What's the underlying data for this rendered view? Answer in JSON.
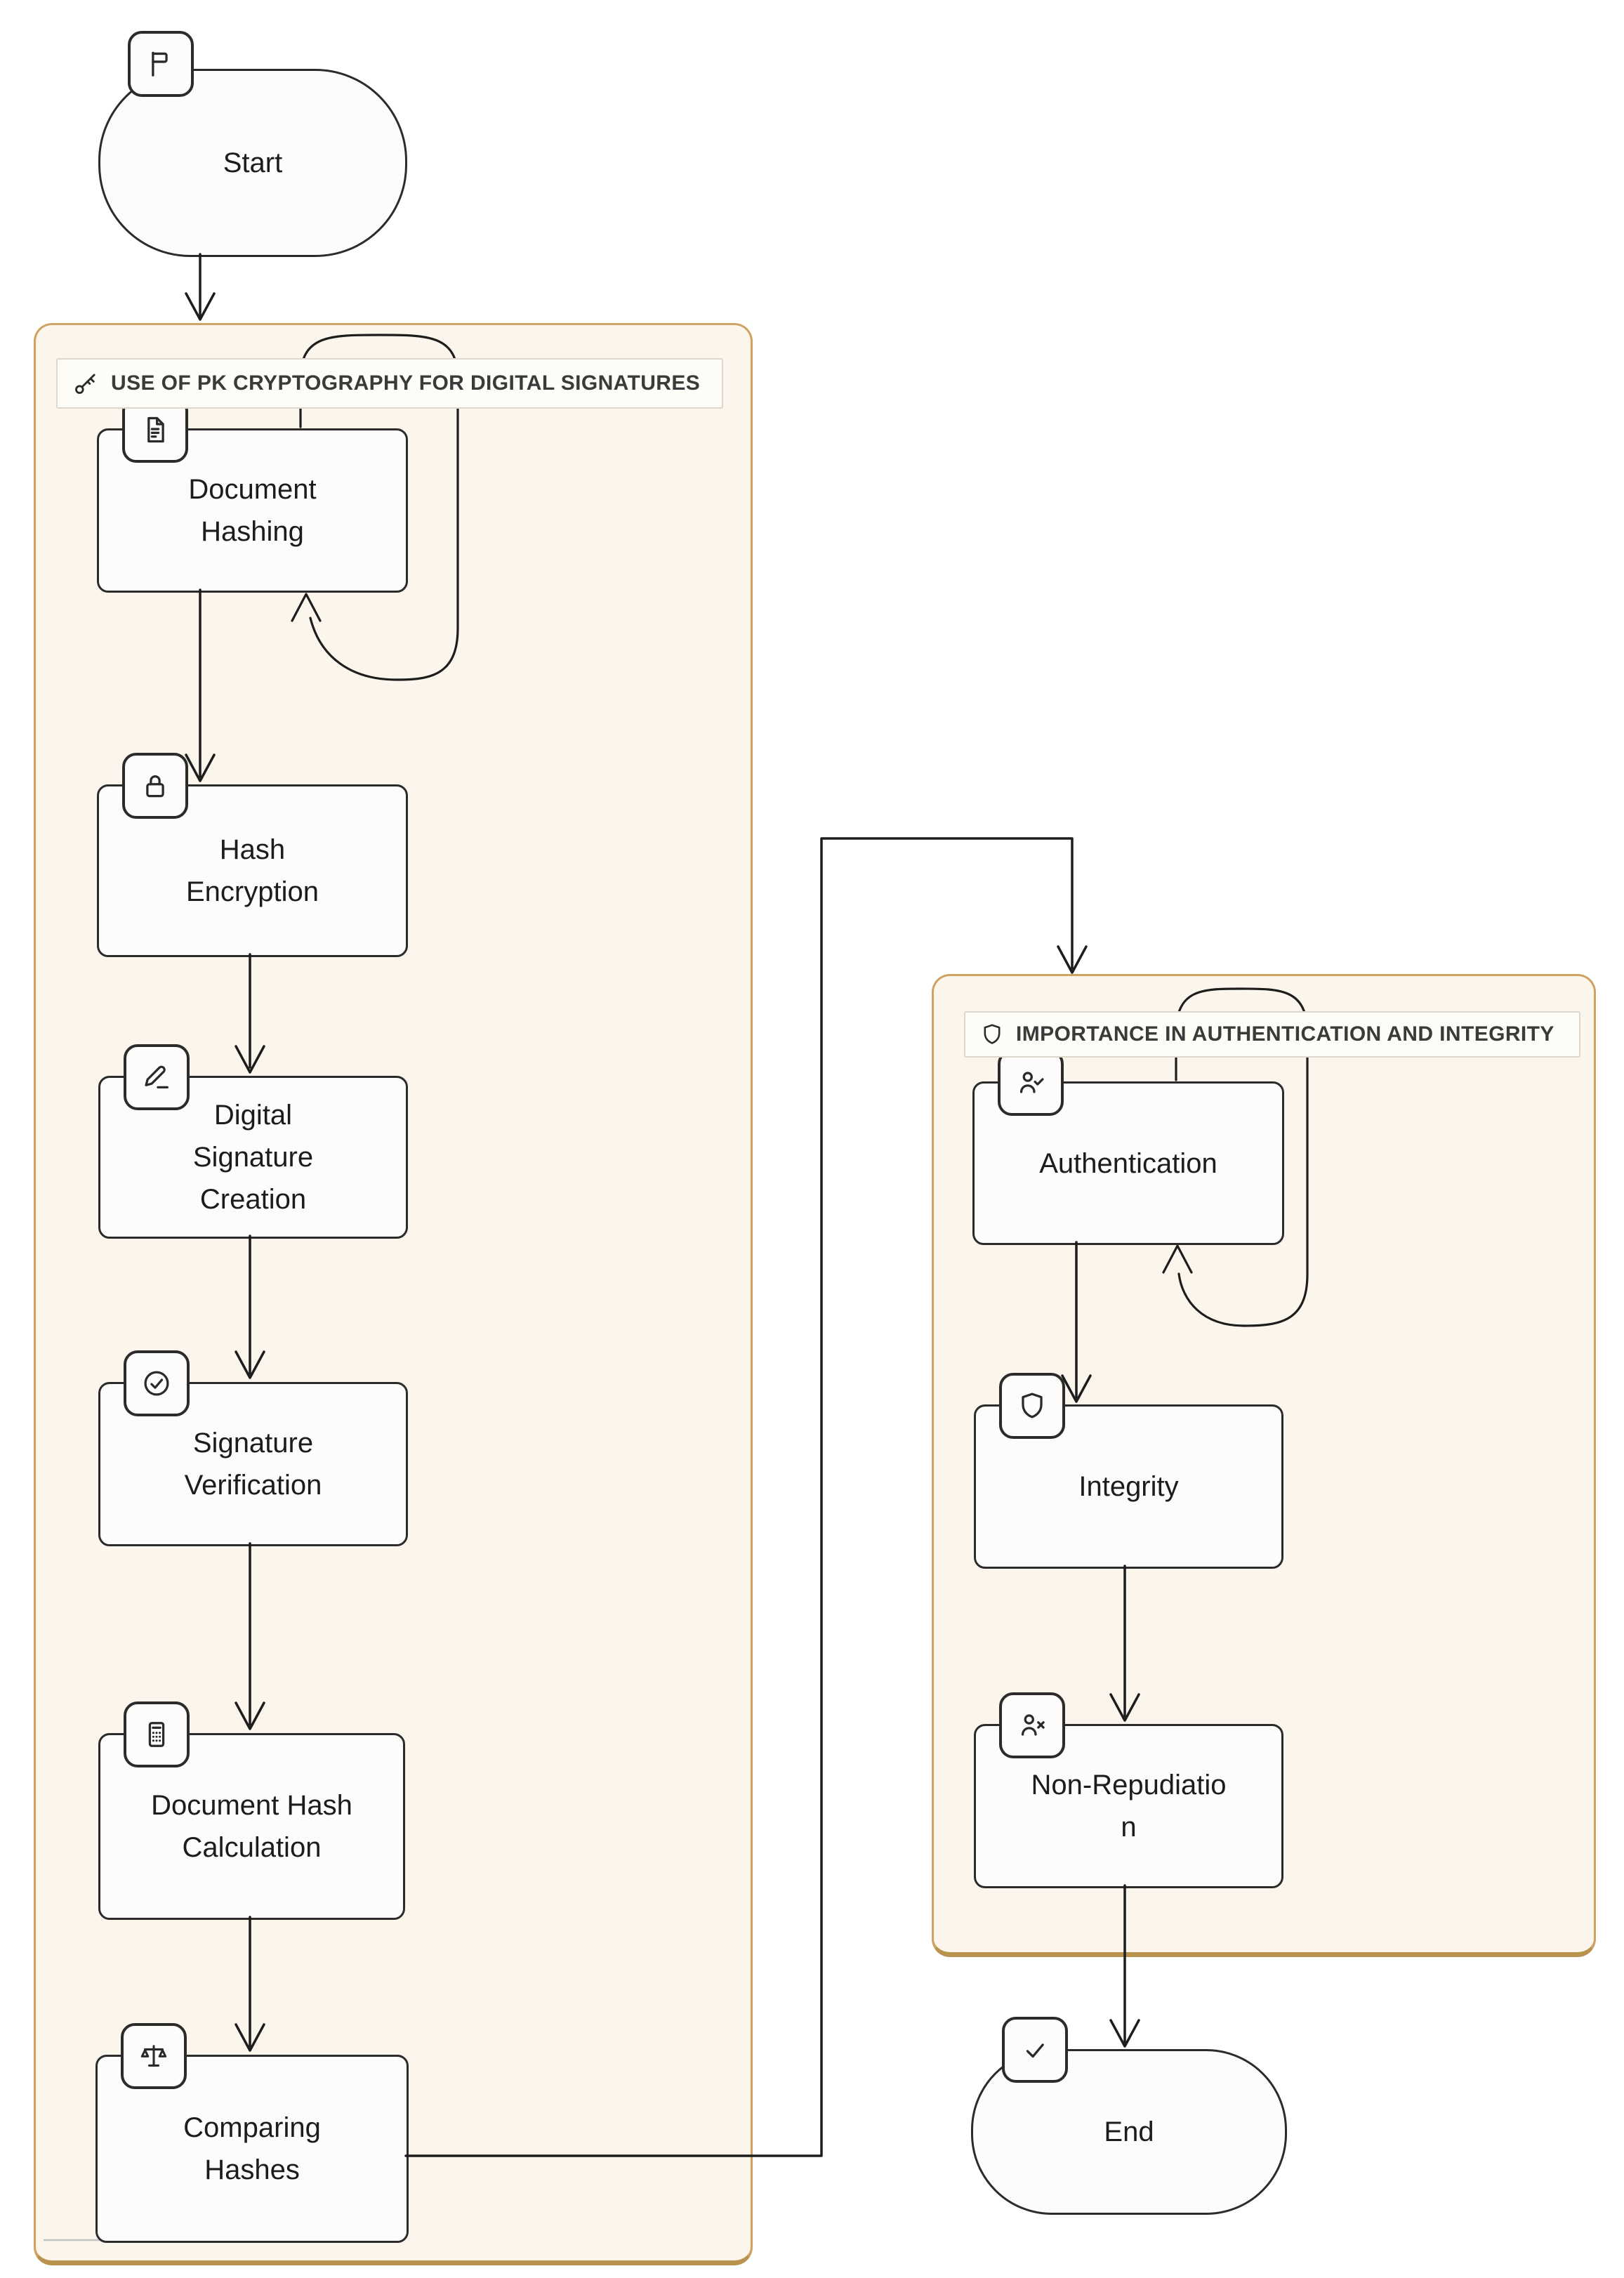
{
  "diagram": {
    "start": {
      "label": "Start",
      "icon": "flag-icon"
    },
    "end": {
      "label": "End",
      "icon": "check-icon"
    },
    "clusters": [
      {
        "title": "USE OF PK CRYPTOGRAPHY FOR DIGITAL SIGNATURES",
        "icon": "key-icon"
      },
      {
        "title": "IMPORTANCE IN AUTHENTICATION AND INTEGRITY",
        "icon": "shield-icon"
      }
    ],
    "nodes": [
      {
        "id": "document-hashing",
        "label": [
          "Document",
          "Hashing"
        ],
        "icon": "file-text-icon"
      },
      {
        "id": "hash-encryption",
        "label": [
          "Hash",
          "Encryption"
        ],
        "icon": "lock-icon"
      },
      {
        "id": "digital-signature-creation",
        "label": [
          "Digital",
          "Signature",
          "Creation"
        ],
        "icon": "pen-icon"
      },
      {
        "id": "signature-verification",
        "label": [
          "Signature",
          "Verification"
        ],
        "icon": "check-circle-icon"
      },
      {
        "id": "document-hash-calculation",
        "label": [
          "Document Hash",
          "Calculation"
        ],
        "icon": "calculator-icon"
      },
      {
        "id": "comparing-hashes",
        "label": [
          "Comparing",
          "Hashes"
        ],
        "icon": "scales-icon"
      },
      {
        "id": "authentication",
        "label": [
          "Authentication"
        ],
        "icon": "person-check-icon"
      },
      {
        "id": "integrity",
        "label": [
          "Integrity"
        ],
        "icon": "shield-icon"
      },
      {
        "id": "non-repudiation",
        "label": [
          "Non-Repudiatio",
          "n"
        ],
        "icon": "person-x-icon"
      }
    ],
    "edges": [
      "Start -> PK cluster",
      "Document Hashing -> Hash Encryption",
      "Document Hashing self-loop",
      "Hash Encryption -> Digital Signature Creation",
      "Digital Signature Creation -> Signature Verification",
      "Signature Verification -> Document Hash Calculation",
      "Document Hash Calculation -> Comparing Hashes",
      "Comparing Hashes -> Authentication cluster",
      "Authentication self-loop",
      "Authentication -> Integrity",
      "Integrity -> Non-Repudiation",
      "Non-Repudiation -> End"
    ]
  },
  "colors": {
    "container_border": "#cfa263",
    "container_border_dark": "#b9924f",
    "container_fill": "#fbf5ec",
    "titlebar_fill": "#fefcf7",
    "titlebar_border": "#ddd7cd",
    "node_border": "#2b2b2b",
    "node_fill": "#fdfcfa",
    "edge": "#1d1d1d",
    "text": "#1c1c1c",
    "title_text": "#3a3a3a",
    "icon": "#2a2a2a"
  }
}
